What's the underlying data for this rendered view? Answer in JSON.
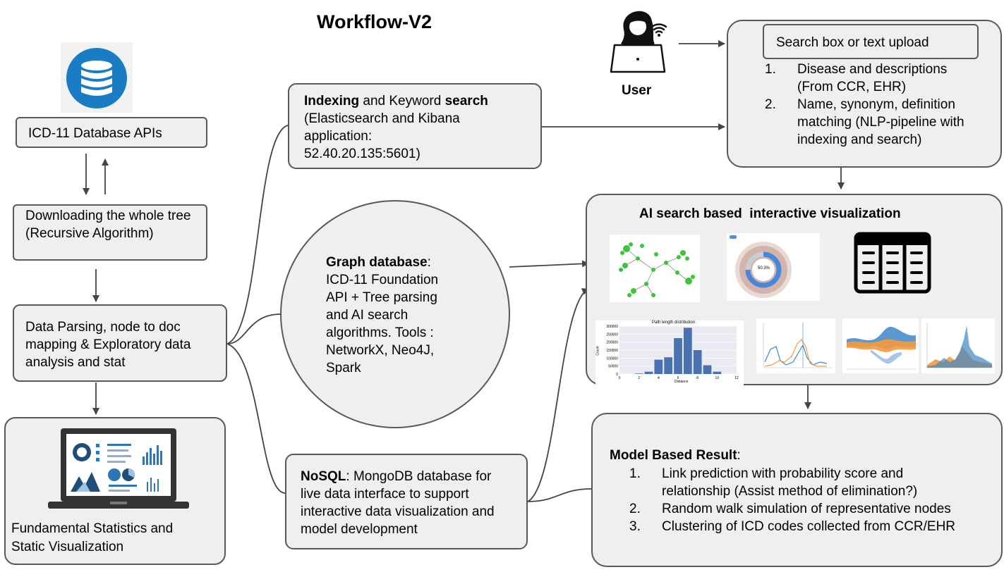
{
  "title": "Workflow-V2",
  "user_label": "User",
  "icd_api": {
    "label": "ICD-11 Database APIs"
  },
  "download": {
    "text": "Downloading  the whole tree (Recursive Algorithm)"
  },
  "parsing": {
    "text": "Data Parsing, node to doc mapping & Exploratory data analysis and stat"
  },
  "fundamental": {
    "line1": "Fundamental Statistics and",
    "line2": "Static Visualization"
  },
  "indexing": {
    "bold1": "Indexing",
    "mid": " and Keyword ",
    "bold2": "search",
    "line2": "(Elasticsearch and Kibana",
    "line3": "application:",
    "line4": "52.40.20.135:5601)"
  },
  "graph_db": {
    "bold": "Graph database",
    "colon": ":",
    "lines": [
      "ICD-11 Foundation",
      "API + Tree parsing",
      "and AI search",
      "algorithms. Tools :",
      "NetworkX, Neo4J,",
      "Spark"
    ]
  },
  "nosql": {
    "bold": "NoSQL",
    "rest": ": MongoDB database for",
    "lines": [
      "live data interface to support",
      "interactive data visualization and",
      "model development"
    ]
  },
  "search": {
    "box_label": "Search box or text upload",
    "items": [
      {
        "num": "1.",
        "lines": [
          "Disease and descriptions",
          "(From CCR, EHR)"
        ]
      },
      {
        "num": "2.",
        "lines": [
          "Name, synonym, definition",
          "matching (NLP-pipeline with",
          "indexing and search)"
        ]
      }
    ]
  },
  "ai_viz": {
    "title": "AI search based  interactive visualization",
    "sunburst_center": "50.3%",
    "bar_chart": {
      "type": "bar",
      "title": "Path length distribution",
      "xlabel": "Distance",
      "ylabel": "Count",
      "x_ticks": [
        "0",
        "2",
        "4",
        "6",
        "8",
        "10",
        "12"
      ],
      "y_ticks": [
        "0",
        "50000",
        "100000",
        "150000",
        "200000",
        "250000",
        "300000"
      ],
      "categories": [
        2,
        3,
        4,
        5,
        6,
        7,
        8,
        9,
        10
      ],
      "values": [
        3000,
        15000,
        90000,
        105000,
        225000,
        290000,
        150000,
        55000,
        15000
      ],
      "ylim": [
        0,
        300000
      ]
    }
  },
  "model": {
    "bold": "Model Based Result",
    "colon": ":",
    "items": [
      {
        "num": "1.",
        "lines": [
          "Link prediction with probability score and",
          "relationship (Assist method of elimination?)"
        ]
      },
      {
        "num": "2.",
        "lines": [
          "Random walk simulation of representative nodes"
        ]
      },
      {
        "num": "3.",
        "lines": [
          "Clustering of ICD codes collected from CCR/EHR"
        ]
      }
    ]
  },
  "colors": {
    "box_fill": "#efefef",
    "box_border": "#595959",
    "db_blue": "#1a7cc4",
    "graph_green": "#3cc43c",
    "bar_blue": "#4a72b0",
    "series_orange": "#f59a3c",
    "series_blue": "#3e86c8"
  }
}
